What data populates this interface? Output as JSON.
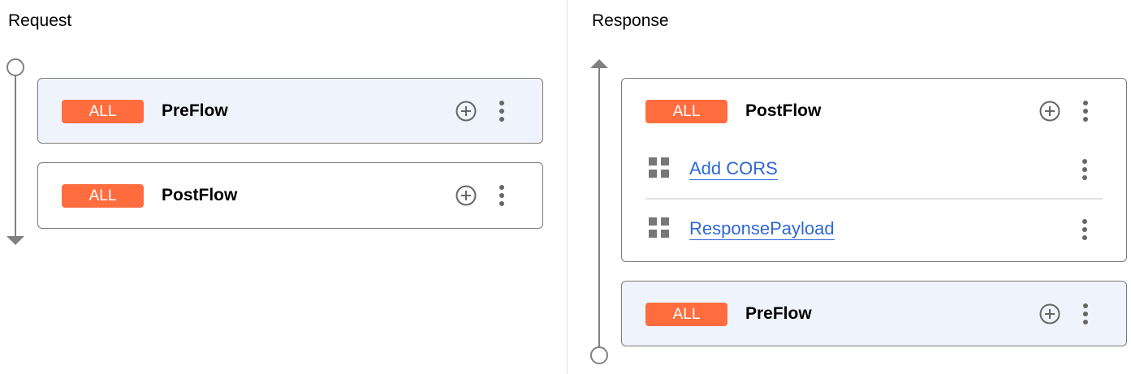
{
  "request": {
    "title": "Request",
    "flows": [
      {
        "badge": "ALL",
        "name": "PreFlow",
        "highlighted": true
      },
      {
        "badge": "ALL",
        "name": "PostFlow",
        "highlighted": false
      }
    ]
  },
  "response": {
    "title": "Response",
    "flows": [
      {
        "badge": "ALL",
        "name": "PostFlow",
        "highlighted": false,
        "policies": [
          {
            "name": "Add CORS"
          },
          {
            "name": "ResponsePayload"
          }
        ]
      },
      {
        "badge": "ALL",
        "name": "PreFlow",
        "highlighted": true
      }
    ]
  },
  "colors": {
    "badge": "#ff6d3f",
    "link": "#2f67d6",
    "highlight": "#eff4fc"
  }
}
